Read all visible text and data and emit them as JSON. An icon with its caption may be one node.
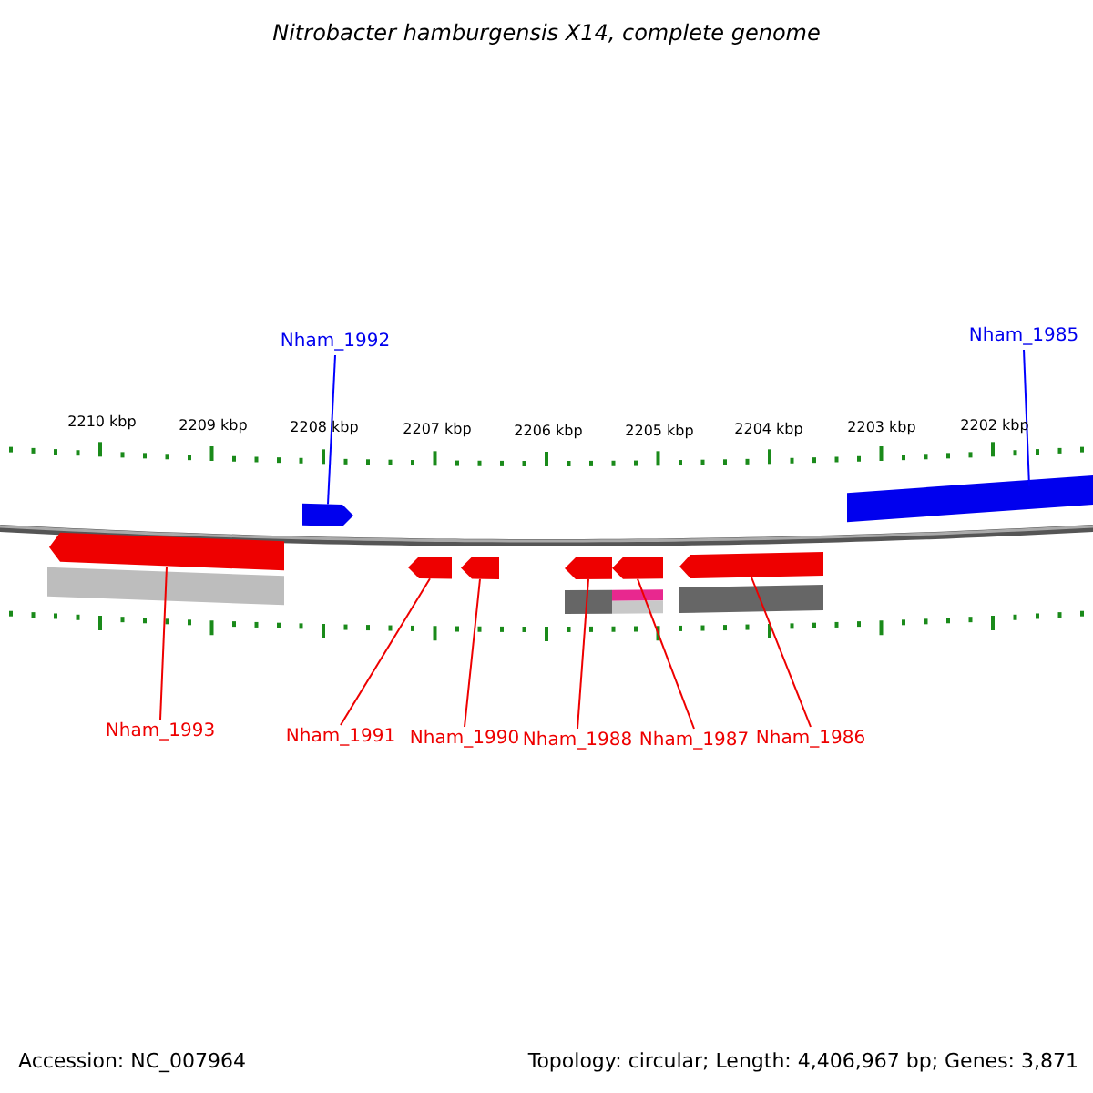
{
  "diagram": {
    "title": "Nitrobacter hamburgensis X14, complete genome",
    "nodes": [
      {
        "text": [
          "Nham_1992"
        ]
      },
      {
        "text": [
          "Nham_1985"
        ]
      },
      {
        "text": [
          "Nham_1993"
        ]
      },
      {
        "text": [
          "Nham_1991"
        ]
      },
      {
        "text": [
          "Nham_1990"
        ]
      },
      {
        "text": [
          "Nham_1988"
        ]
      },
      {
        "text": [
          "Nham_1987"
        ]
      },
      {
        "text": [
          "Nham_1986"
        ]
      },
      {
        "text": [],
        "shape": "bar"
      },
      {
        "text": [],
        "shape": "bar"
      },
      {
        "text": [],
        "shape": "bar"
      },
      {
        "text": [],
        "shape": "bar"
      },
      {
        "text": [],
        "shape": "bar"
      },
      {
        "text": [],
        "shape": "bar"
      },
      {
        "text": [],
        "shape": "bar"
      },
      {
        "text": [],
        "shape": "bar"
      }
    ],
    "edges": [
      {
        "from": 0,
        "to": 8,
        "arrow": "none",
        "color": "#0000ff"
      },
      {
        "from": 1,
        "to": 9,
        "arrow": "none",
        "color": "#0000ff"
      },
      {
        "from": 2,
        "to": 10,
        "arrow": "none"
      },
      {
        "from": 3,
        "to": 11,
        "arrow": "none"
      },
      {
        "from": 4,
        "to": 12,
        "arrow": "none"
      },
      {
        "from": 5,
        "to": 13,
        "arrow": "none"
      },
      {
        "from": 6,
        "to": 14,
        "arrow": "none"
      },
      {
        "from": 7,
        "to": 15,
        "arrow": "none"
      }
    ],
    "labels": [
      "2210 kbp",
      "2209 kbp",
      "2208 kbp",
      "2207 kbp",
      "2206 kbp",
      "2205 kbp",
      "2204 kbp",
      "2203 kbp",
      "2202 kbp",
      "Accession: NC_007964",
      "Topology: circular; Length: 4,406,967 bp; Genes: 3,871"
    ]
  }
}
